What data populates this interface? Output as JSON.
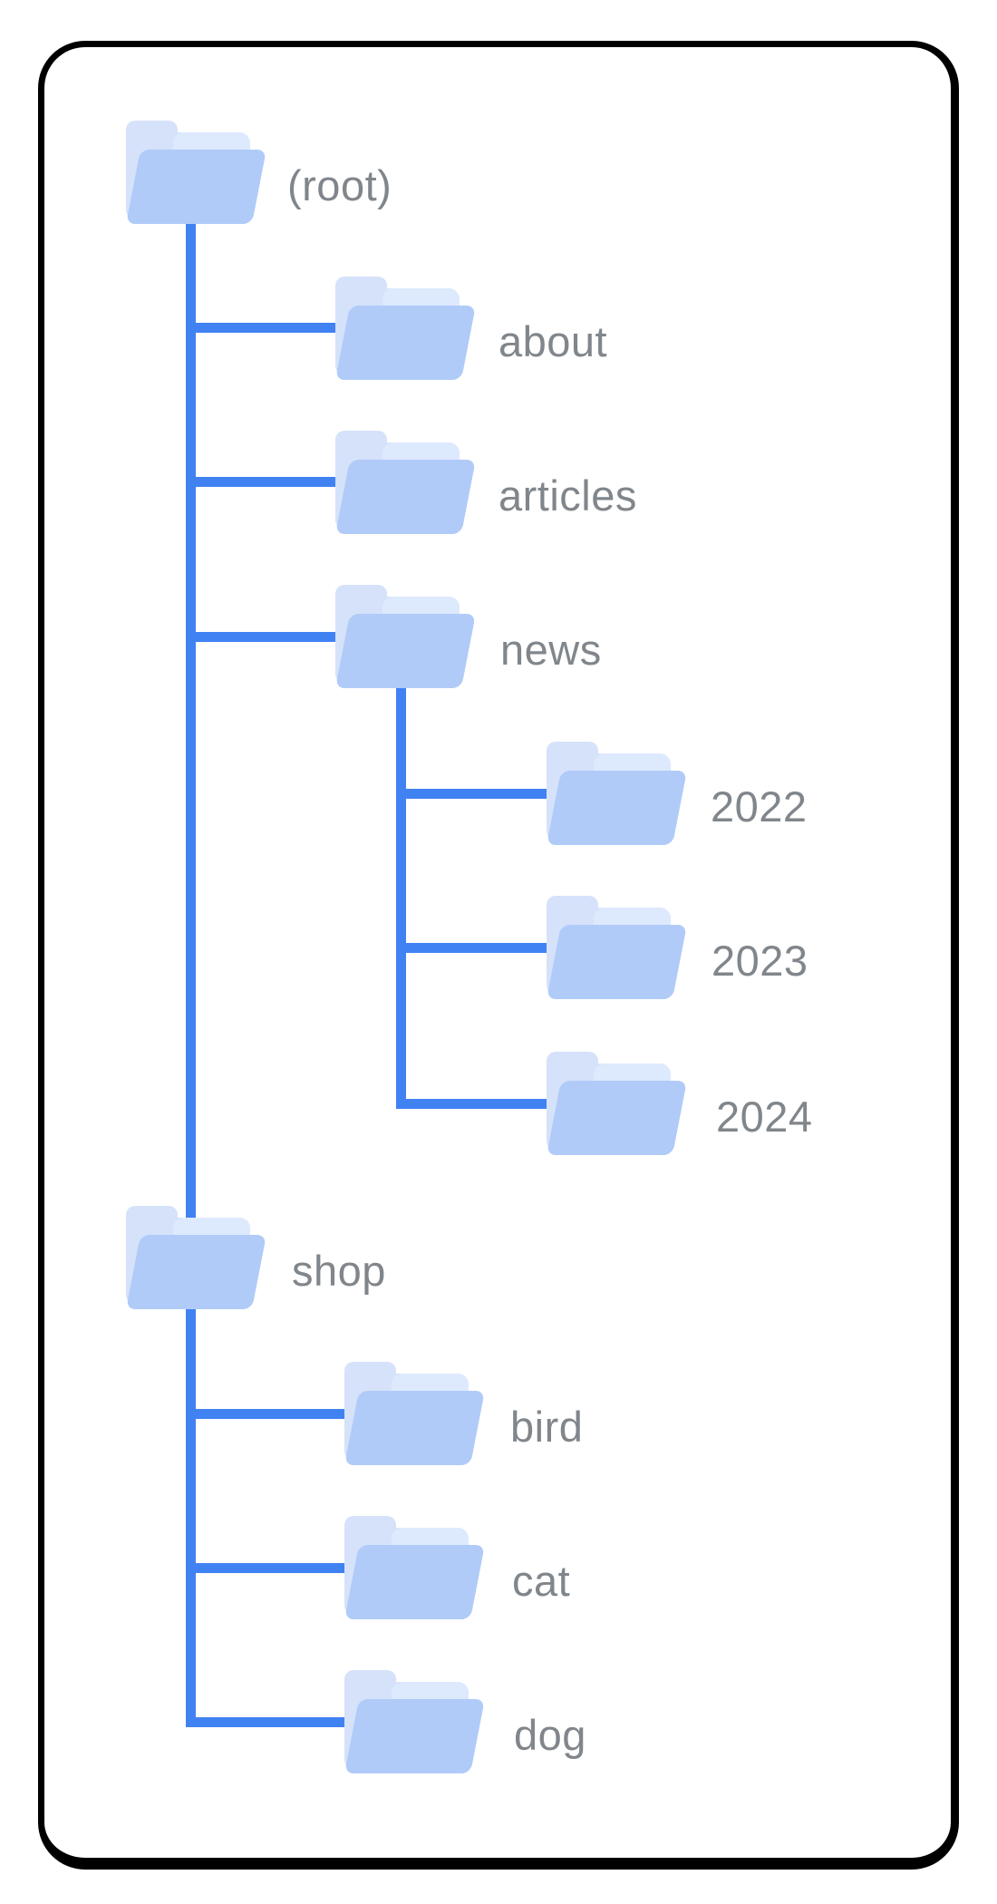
{
  "diagram": {
    "type": "site-structure-folder-tree",
    "nodes": [
      {
        "id": "root",
        "label": "(root)",
        "depth": 0,
        "parent": null
      },
      {
        "id": "about",
        "label": "about",
        "depth": 1,
        "parent": "root"
      },
      {
        "id": "articles",
        "label": "articles",
        "depth": 1,
        "parent": "root"
      },
      {
        "id": "news",
        "label": "news",
        "depth": 1,
        "parent": "root"
      },
      {
        "id": "2022",
        "label": "2022",
        "depth": 2,
        "parent": "news"
      },
      {
        "id": "2023",
        "label": "2023",
        "depth": 2,
        "parent": "news"
      },
      {
        "id": "2024",
        "label": "2024",
        "depth": 2,
        "parent": "news"
      },
      {
        "id": "shop",
        "label": "shop",
        "depth": 1,
        "parent": "root"
      },
      {
        "id": "bird",
        "label": "bird",
        "depth": 2,
        "parent": "shop"
      },
      {
        "id": "cat",
        "label": "cat",
        "depth": 2,
        "parent": "shop"
      },
      {
        "id": "dog",
        "label": "dog",
        "depth": 2,
        "parent": "shop"
      }
    ],
    "colors": {
      "folder_back": "#d5e2fa",
      "folder_flap": "#dde9fd",
      "folder_front": "#b0cbf8",
      "connector": "#4182f3",
      "label": "#80868b",
      "card_border": "#000000",
      "background": "#ffffff"
    }
  }
}
